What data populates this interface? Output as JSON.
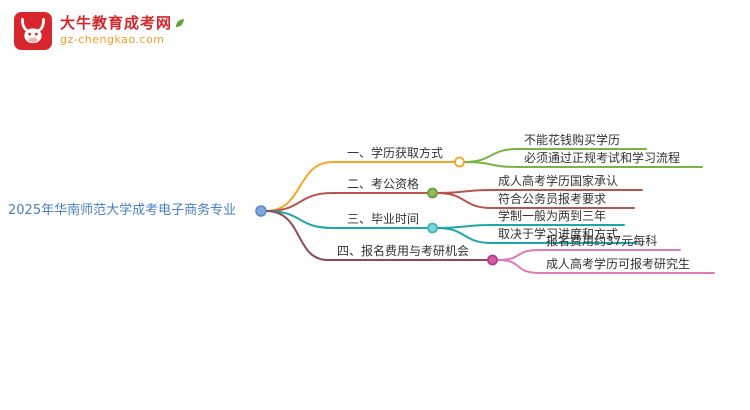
{
  "logo": {
    "title": "大牛教育成考网",
    "domain": "gz-chengkao.com",
    "icon": "bull-icon",
    "brand_red": "#d7262c",
    "brand_orange": "#f59a23"
  },
  "mindmap": {
    "root": {
      "label": "2025年华南师范大学成考电子商务专业",
      "color": "#4a7ec0",
      "circle_fill": "#7ea6e0",
      "circle_stroke": "#5b86c5"
    },
    "branches": [
      {
        "label": "一、学历获取方式",
        "color": "#f5a623",
        "circle_fill": "#ffffff",
        "circle_stroke": "#f5a623",
        "children_color": "#7cb342",
        "children": [
          {
            "label": "不能花钱购买学历"
          },
          {
            "label": "必须通过正规考试和学习流程"
          }
        ]
      },
      {
        "label": "二、考公资格",
        "color": "#b85450",
        "circle_fill": "#8cbe57",
        "circle_stroke": "#6d9b3f",
        "children_color": "#b85450",
        "children": [
          {
            "label": "成人高考学历国家承认"
          },
          {
            "label": "符合公务员报考要求"
          }
        ]
      },
      {
        "label": "三、毕业时间",
        "color": "#1fa6a6",
        "circle_fill": "#7fd4de",
        "circle_stroke": "#3fb6c4",
        "children_color": "#1fa6a6",
        "children": [
          {
            "label": "学制一般为两到三年"
          },
          {
            "label": "取决于学习进度和方式"
          }
        ]
      },
      {
        "label": "四、报名费用与考研机会",
        "color": "#8e4a5b",
        "circle_fill": "#d45ca2",
        "circle_stroke": "#b03d85",
        "children_color": "#dd7bb4",
        "children": [
          {
            "label": "报名费用约37元每科"
          },
          {
            "label": "成人高考学历可报考研究生"
          }
        ]
      }
    ]
  }
}
